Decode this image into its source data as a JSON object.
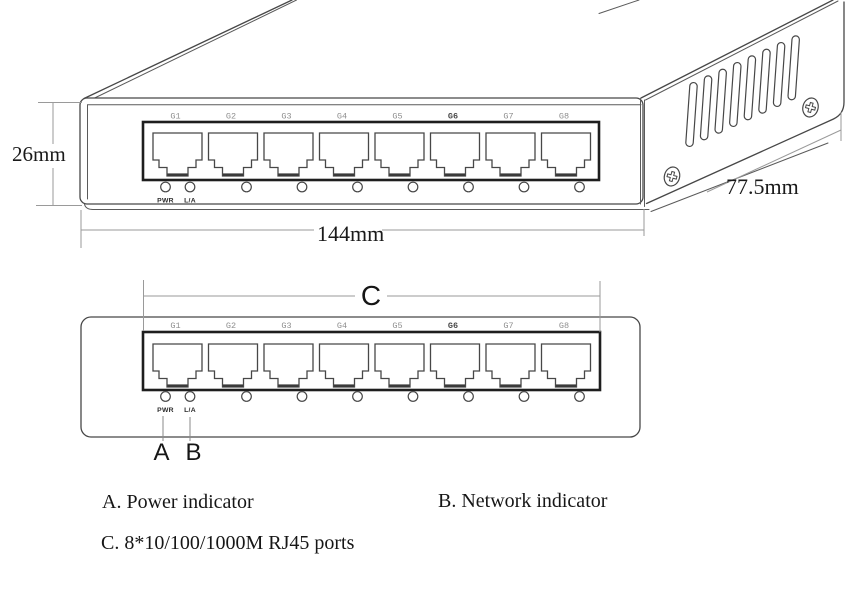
{
  "colors": {
    "background": "#ffffff",
    "line_ink": "#474747",
    "port_frame": "#1e1e1e",
    "dimension_line": "#9a9a9a",
    "text_ink": "#1a1a1a",
    "port_label_gray": "#8f8f8f"
  },
  "iso_view": {
    "ports": [
      {
        "label": "G1",
        "cls": "plbl"
      },
      {
        "label": "G2",
        "cls": "plbl"
      },
      {
        "label": "G3",
        "cls": "plbl"
      },
      {
        "label": "G4",
        "cls": "plbl"
      },
      {
        "label": "G5",
        "cls": "plbl"
      },
      {
        "label": "G6",
        "cls": "plbl plbl-bold"
      },
      {
        "label": "G7",
        "cls": "plbl"
      },
      {
        "label": "G8",
        "cls": "plbl"
      }
    ],
    "led_power_label": "PWR",
    "led_link_label": "L/A",
    "dim_height": "26mm",
    "dim_width": "144mm",
    "dim_depth": "77.5mm"
  },
  "front_view": {
    "ports": [
      {
        "label": "G1",
        "cls": "plbl"
      },
      {
        "label": "G2",
        "cls": "plbl"
      },
      {
        "label": "G3",
        "cls": "plbl"
      },
      {
        "label": "G4",
        "cls": "plbl"
      },
      {
        "label": "G5",
        "cls": "plbl"
      },
      {
        "label": "G6",
        "cls": "plbl plbl-bold"
      },
      {
        "label": "G7",
        "cls": "plbl"
      },
      {
        "label": "G8",
        "cls": "plbl"
      }
    ],
    "led_power_label": "PWR",
    "led_link_label": "L/A",
    "ports_dim_label": "C",
    "callout_power": "A",
    "callout_network": "B"
  },
  "legend": {
    "power": "A. Power indicator",
    "network": "B. Network indicator",
    "ports": "C. 8*10/100/1000M RJ45 ports"
  }
}
